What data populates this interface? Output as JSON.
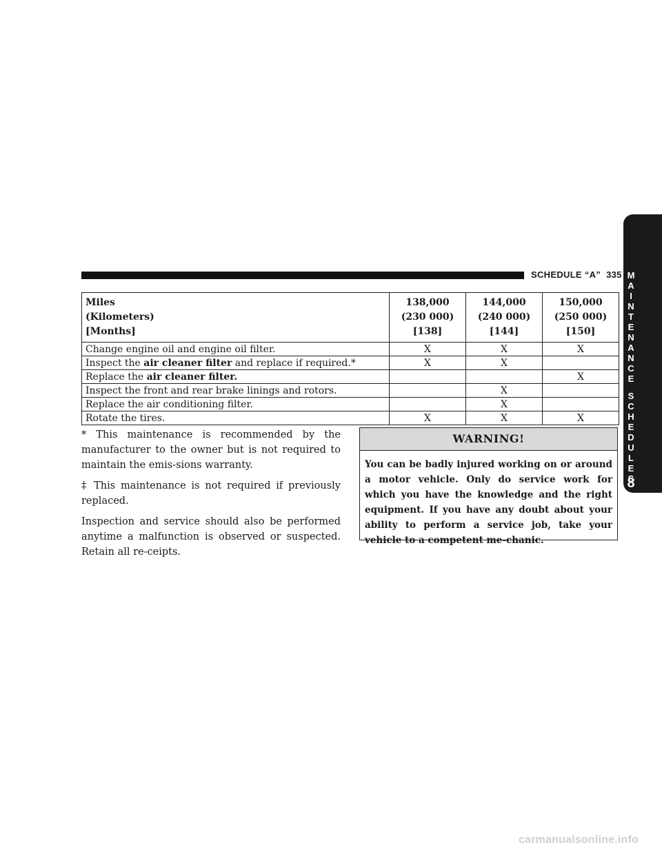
{
  "header": {
    "section_title": "SCHEDULE “A”",
    "page_number": "335"
  },
  "side_tab": {
    "letters": [
      "M",
      "A",
      "I",
      "N",
      "T",
      "E",
      "N",
      "A",
      "N",
      "C",
      "E",
      "",
      "S",
      "C",
      "H",
      "E",
      "D",
      "U",
      "L",
      "E",
      "S"
    ],
    "chapter": "8"
  },
  "table": {
    "header_labels": [
      "Miles",
      "(Kilometers)",
      "[Months]"
    ],
    "columns": [
      {
        "miles": "138,000",
        "km": "(230 000)",
        "months": "[138]"
      },
      {
        "miles": "144,000",
        "km": "(240 000)",
        "months": "[144]"
      },
      {
        "miles": "150,000",
        "km": "(250 000)",
        "months": "[150]"
      }
    ],
    "rows": [
      {
        "pre": "Change engine oil and engine oil filter.",
        "bold": "",
        "post": "",
        "marks": [
          "X",
          "X",
          "X"
        ]
      },
      {
        "pre": "Inspect the ",
        "bold": "air cleaner filter",
        "post": " and replace if required.*",
        "marks": [
          "X",
          "X",
          ""
        ]
      },
      {
        "pre": "Replace the ",
        "bold": "air cleaner filter.",
        "post": "",
        "marks": [
          "",
          "",
          "X"
        ]
      },
      {
        "pre": "Inspect the front and rear brake linings and rotors.",
        "bold": "",
        "post": "",
        "marks": [
          "",
          "X",
          ""
        ]
      },
      {
        "pre": "Replace the air conditioning filter.",
        "bold": "",
        "post": "",
        "marks": [
          "",
          "X",
          ""
        ]
      },
      {
        "pre": "Rotate the tires.",
        "bold": "",
        "post": "",
        "marks": [
          "X",
          "X",
          "X"
        ]
      }
    ]
  },
  "notes": [
    "* This maintenance is recommended by the manufacturer to the owner but is not required to maintain the emis-sions warranty.",
    "‡ This maintenance is not required if previously replaced.",
    "Inspection and service should also be performed anytime a malfunction is observed or suspected. Retain all re-ceipts."
  ],
  "warning": {
    "title": "WARNING!",
    "body": "You can be badly injured working on or around a motor vehicle. Only do service work for which you have the knowledge and the right equipment. If you have any doubt about your ability to perform a service job, take your vehicle to a competent me-chanic."
  },
  "footer": {
    "watermark": "carmanualsonline.info"
  }
}
